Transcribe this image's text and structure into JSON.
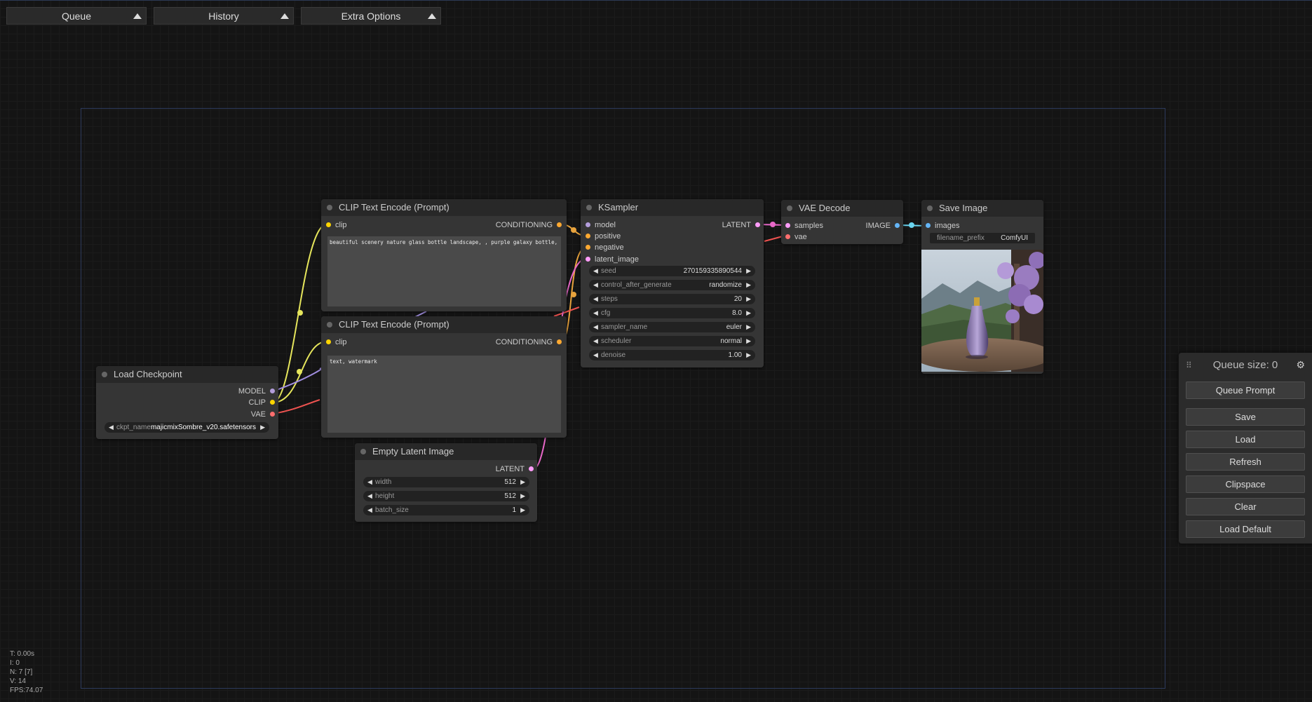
{
  "menu": {
    "queue_label": "Queue",
    "history_label": "History",
    "extra_options_label": "Extra Options"
  },
  "nodes": {
    "clip_pos": {
      "title": "CLIP Text Encode (Prompt)",
      "input_clip": "clip",
      "output_conditioning": "CONDITIONING",
      "text": "beautiful scenery nature glass bottle landscape, , purple galaxy bottle,"
    },
    "clip_neg": {
      "title": "CLIP Text Encode (Prompt)",
      "input_clip": "clip",
      "output_conditioning": "CONDITIONING",
      "text": "text, watermark"
    },
    "load_checkpoint": {
      "title": "Load Checkpoint",
      "out_model": "MODEL",
      "out_clip": "CLIP",
      "out_vae": "VAE",
      "ckpt_label": "ckpt_name",
      "ckpt_value": "majicmixSombre_v20.safetensors"
    },
    "ksampler": {
      "title": "KSampler",
      "in_model": "model",
      "in_positive": "positive",
      "in_negative": "negative",
      "in_latent": "latent_image",
      "out_latent": "LATENT",
      "widgets": [
        {
          "label": "seed",
          "value": "270159335890544"
        },
        {
          "label": "control_after_generate",
          "value": "randomize"
        },
        {
          "label": "steps",
          "value": "20"
        },
        {
          "label": "cfg",
          "value": "8.0"
        },
        {
          "label": "sampler_name",
          "value": "euler"
        },
        {
          "label": "scheduler",
          "value": "normal"
        },
        {
          "label": "denoise",
          "value": "1.00"
        }
      ]
    },
    "vae_decode": {
      "title": "VAE Decode",
      "in_samples": "samples",
      "in_vae": "vae",
      "out_image": "IMAGE"
    },
    "save_image": {
      "title": "Save Image",
      "in_images": "images",
      "prefix_label": "filename_prefix",
      "prefix_value": "ComfyUI"
    },
    "empty_latent": {
      "title": "Empty Latent Image",
      "out_latent": "LATENT",
      "widgets": [
        {
          "label": "width",
          "value": "512"
        },
        {
          "label": "height",
          "value": "512"
        },
        {
          "label": "batch_size",
          "value": "1"
        }
      ]
    }
  },
  "queue_panel": {
    "queue_size": "Queue size: 0",
    "queue_prompt": "Queue Prompt",
    "save": "Save",
    "load": "Load",
    "refresh": "Refresh",
    "clipspace": "Clipspace",
    "clear": "Clear",
    "load_default": "Load Default"
  },
  "stats": {
    "t": "T: 0.00s",
    "i": "I: 0",
    "n": "N: 7 [7]",
    "v": "V: 14",
    "fps": "FPS:74.07"
  },
  "colors": {
    "clip": "#ffd500",
    "model": "#b39ddb",
    "vae": "#ff6e6e",
    "conditioning": "#ffa931",
    "latent": "#ff9cf9",
    "image": "#64b5f6"
  }
}
